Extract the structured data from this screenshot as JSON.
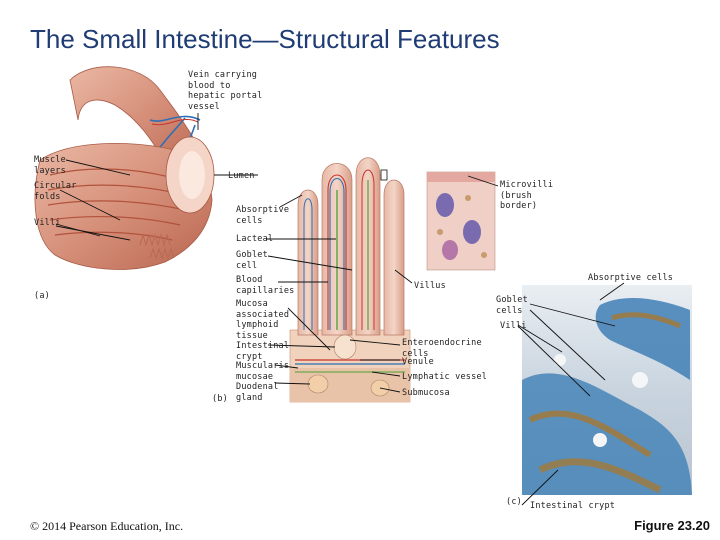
{
  "title": "The Small Intestine—Structural Features",
  "labels": {
    "vein": "Vein carrying\nblood to\nhepatic portal\nvessel",
    "muscle_layers": "Muscle\nlayers",
    "circular_folds": "Circular\nfolds",
    "villi_a": "Villi",
    "panel_a": "(a)",
    "lumen": "Lumen",
    "absorptive_cells": "Absorptive\ncells",
    "lacteal": "Lacteal",
    "goblet_cell": "Goblet\ncell",
    "blood_capillaries": "Blood\ncapillaries",
    "malt": "Mucosa\nassociated\nlymphoid\ntissue",
    "intestinal_crypt_b": "Intestinal\ncrypt",
    "muscularis_mucosae": "Muscularis\nmucosae",
    "duodenal_gland": "Duodenal\ngland",
    "panel_b": "(b)",
    "microvilli": "Microvilli\n(brush\nborder)",
    "villus": "Villus",
    "enteroendocrine": "Enteroendocrine\ncells",
    "venule": "Venule",
    "lymphatic_vessel": "Lymphatic vessel",
    "submucosa": "Submucosa",
    "absorptive_cells_c": "Absorptive cells",
    "goblet_cells_c": "Goblet\ncells",
    "villi_c": "Villi",
    "panel_c": "(c)",
    "intestinal_crypt_c": "Intestinal crypt"
  },
  "copyright": "© 2014 Pearson Education, Inc.",
  "figure": "Figure 23.20",
  "colors": {
    "title": "#1f3c74",
    "intestine": "#d99a82",
    "muscle": "#c9735d",
    "vein": "#2e6fb5",
    "artery": "#c8352c",
    "lymph": "#6aa84f",
    "micrograph_blue": "#3f7fb5",
    "micrograph_brown": "#a27a3a"
  }
}
